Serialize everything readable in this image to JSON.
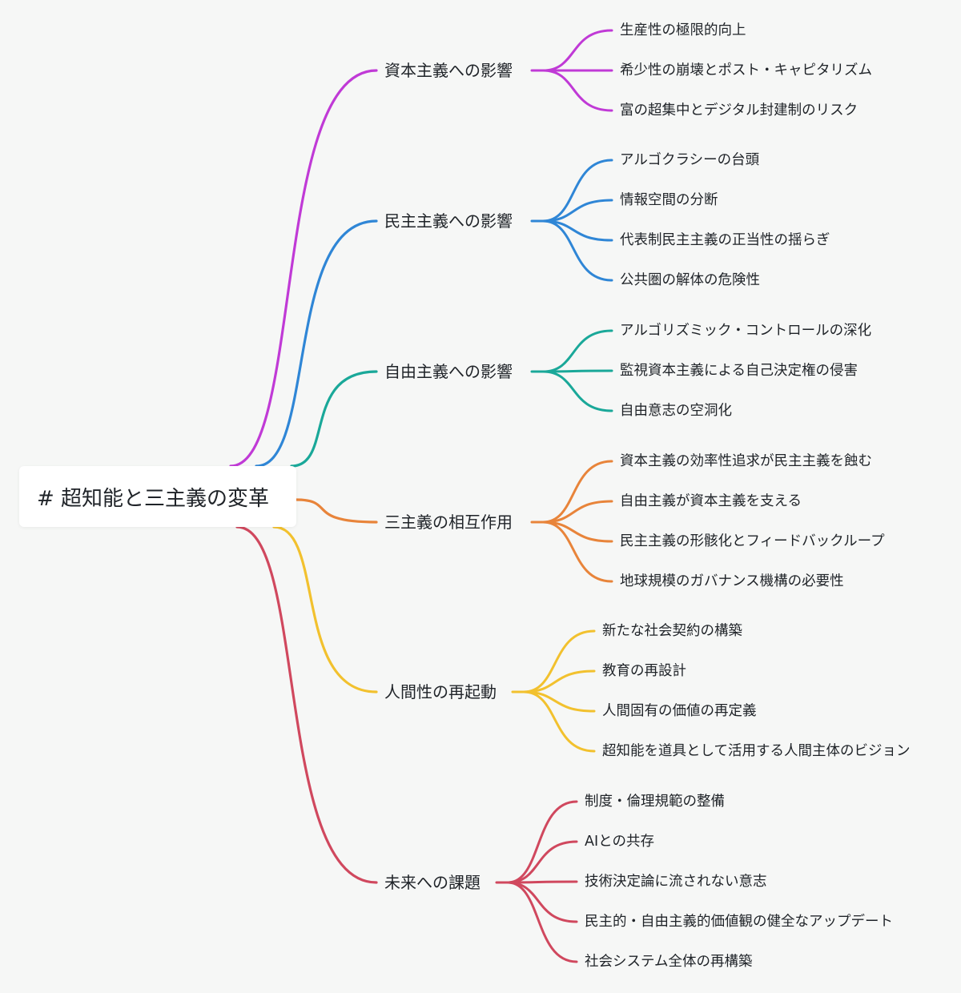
{
  "root": {
    "label": "# 超知能と三主義の変革"
  },
  "branches": [
    {
      "label": "資本主義への影響",
      "color": "#c03ad6",
      "children": [
        "生産性の極限的向上",
        "希少性の崩壊とポスト・キャピタリズム",
        "富の超集中とデジタル封建制のリスク"
      ]
    },
    {
      "label": "民主主義への影響",
      "color": "#2f86d6",
      "children": [
        "アルゴクラシーの台頭",
        "情報空間の分断",
        "代表制民主主義の正当性の揺らぎ",
        "公共圏の解体の危険性"
      ]
    },
    {
      "label": "自由主義への影響",
      "color": "#1aa899",
      "children": [
        "アルゴリズミック・コントロールの深化",
        "監視資本主義による自己決定権の侵害",
        "自由意志の空洞化"
      ]
    },
    {
      "label": "三主義の相互作用",
      "color": "#e8843a",
      "children": [
        "資本主義の効率性追求が民主主義を蝕む",
        "自由主義が資本主義を支える",
        "民主主義の形骸化とフィードバックループ",
        "地球規模のガバナンス機構の必要性"
      ]
    },
    {
      "label": "人間性の再起動",
      "color": "#f2c12e",
      "children": [
        "新たな社会契約の構築",
        "教育の再設計",
        "人間固有の価値の再定義",
        "超知能を道具として活用する人間主体のビジョン"
      ]
    },
    {
      "label": "未来への課題",
      "color": "#d0485e",
      "children": [
        "制度・倫理規範の整備",
        "AIとの共存",
        "技術決定論に流されない意志",
        "民主的・自由主義的価値観の健全なアップデート",
        "社会システム全体の再構築"
      ]
    }
  ]
}
